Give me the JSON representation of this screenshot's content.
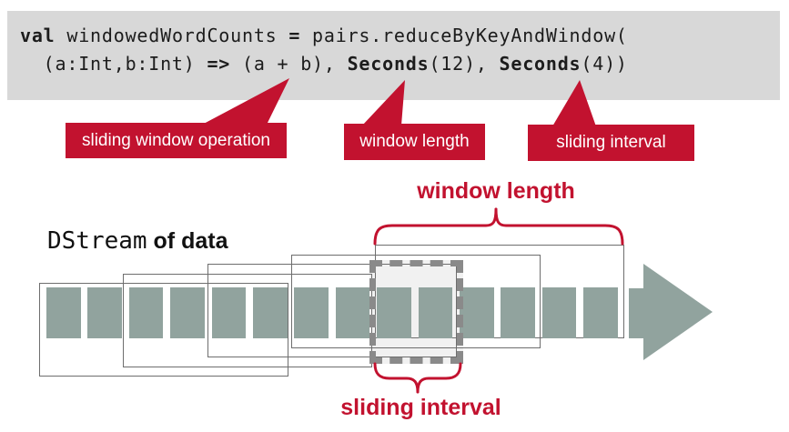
{
  "code": {
    "line1": {
      "kw": "val",
      "a": " windowedWordCounts ",
      "eq": "=",
      "b": " pairs.reduceByKeyAndWindow("
    },
    "line2": {
      "a": "  (a:Int,b:Int) ",
      "arrow": "=>",
      "b": " (a + b), ",
      "kw1": "Seconds",
      "c": "(12), ",
      "kw2": "Seconds",
      "d": "(4))"
    }
  },
  "callouts": [
    {
      "label": "sliding window operation"
    },
    {
      "label": "window length"
    },
    {
      "label": "sliding interval"
    }
  ],
  "labels": {
    "dstream_mono": "DStream",
    "dstream_rest": " of data",
    "window_length": "window length",
    "sliding_interval": "sliding interval"
  },
  "diagram": {
    "stream_block_count": 14,
    "window_count": 5
  },
  "colors": {
    "accent_red": "#c2122f",
    "code_bg": "#d8d8d8",
    "stream_block": "#91a39e",
    "outline": "#6e6e6e",
    "dashed": "#8a8a8a",
    "dashed_fill": "#f1f1f1"
  }
}
